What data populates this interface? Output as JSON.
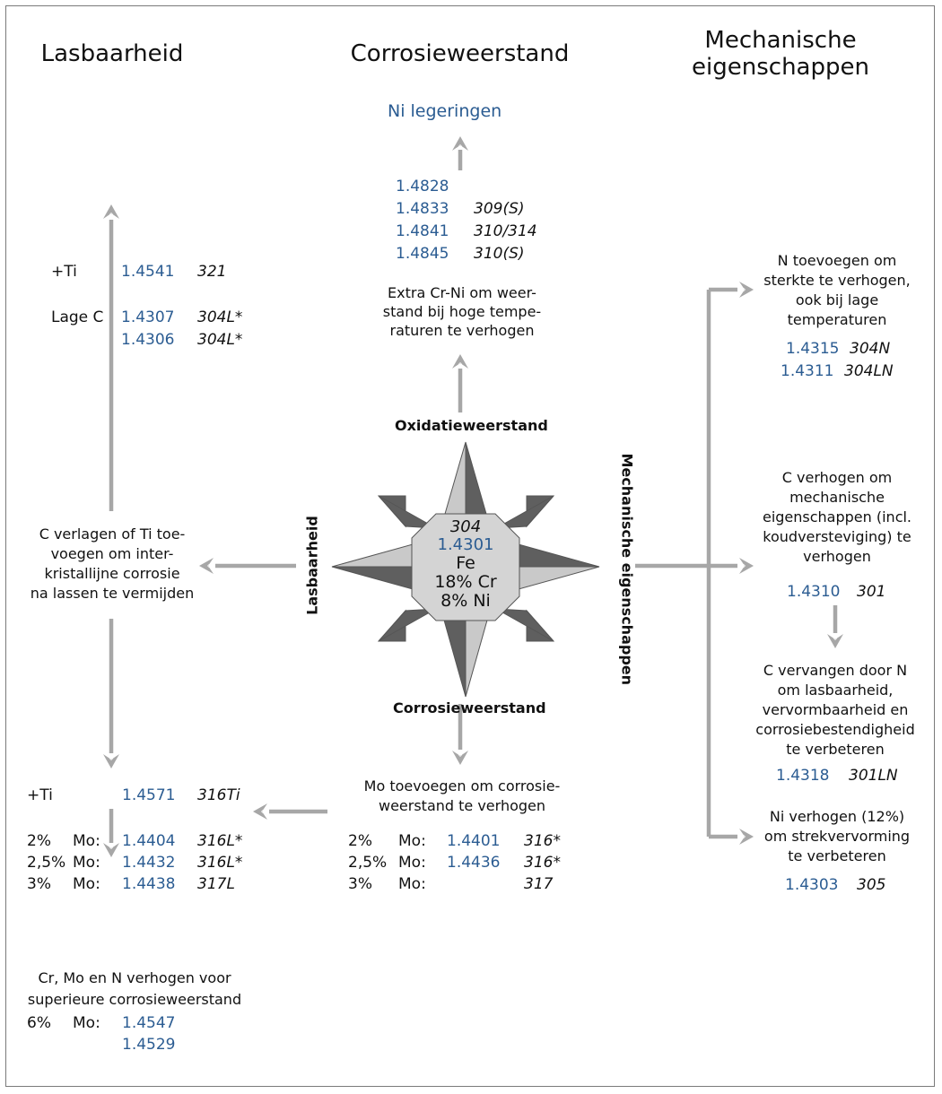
{
  "headings": {
    "weldability": "Lasbaarheid",
    "corrosion": "Corrosieweerstand",
    "mechanical_1": "Mechanische",
    "mechanical_2": "eigenschappen"
  },
  "compass": {
    "top": "Oxidatieweerstand",
    "bottom": "Corrosieweerstand",
    "left": "Lasbaarheid",
    "right": "Mechanische eigenschappen",
    "aisi": "304",
    "en": "1.4301",
    "l1": "Fe",
    "l2": "18% Cr",
    "l3": "8% Ni"
  },
  "oxidation": {
    "ni_alloys": "Ni legeringen",
    "grades": [
      {
        "en": "1.4828",
        "aisi": ""
      },
      {
        "en": "1.4833",
        "aisi": "309(S)"
      },
      {
        "en": "1.4841",
        "aisi": "310/314"
      },
      {
        "en": "1.4845",
        "aisi": "310(S)"
      }
    ],
    "desc": [
      "Extra Cr-Ni om weer-",
      "stand bij hoge tempe-",
      "raturen te verhogen"
    ]
  },
  "weld": {
    "ti_label": "+Ti",
    "ti_en": "1.4541",
    "ti_aisi": "321",
    "lowc_label": "Lage C",
    "lowc_en1": "1.4307",
    "lowc_aisi1": "304L*",
    "lowc_en2": "1.4306",
    "lowc_aisi2": "304L*",
    "desc": [
      "C verlagen of Ti toe-",
      "voegen om inter-",
      "kristallijne corrosie",
      "na lassen te vermijden"
    ],
    "ti2_label": "+Ti",
    "ti2_en": "1.4571",
    "ti2_aisi": "316Ti",
    "mo_rows": [
      {
        "pct": "2%",
        "mo": "Mo:",
        "en": "1.4404",
        "aisi": "316L*"
      },
      {
        "pct": "2,5%",
        "mo": "Mo:",
        "en": "1.4432",
        "aisi": "316L*"
      },
      {
        "pct": "3%",
        "mo": "Mo:",
        "en": "1.4438",
        "aisi": "317L"
      }
    ],
    "super_desc": [
      "Cr, Mo en N verhogen voor",
      "superieure corrosieweerstand"
    ],
    "super_pct": "6%",
    "super_mo": "Mo:",
    "super_en1": "1.4547",
    "super_en2": "1.4529"
  },
  "corrosion": {
    "desc": [
      "Mo toevoegen om corrosie-",
      "weerstand te verhogen"
    ],
    "rows": [
      {
        "pct": "2%",
        "mo": "Mo:",
        "en": "1.4401",
        "aisi": "316*"
      },
      {
        "pct": "2,5%",
        "mo": "Mo:",
        "en": "1.4436",
        "aisi": "316*"
      },
      {
        "pct": "3%",
        "mo": "Mo:",
        "en": "",
        "aisi": "317"
      }
    ]
  },
  "mech": {
    "n_desc": [
      "N toevoegen om",
      "sterkte te verhogen,",
      "ook bij lage",
      "temperaturen"
    ],
    "n_en1": "1.4315",
    "n_aisi1": "304N",
    "n_en2": "1.4311",
    "n_aisi2": "304LN",
    "c_desc": [
      "C verhogen om",
      "mechanische",
      "eigenschappen (incl.",
      "koudversteviging) te",
      "verhogen"
    ],
    "c_en": "1.4310",
    "c_aisi": "301",
    "cn_desc": [
      "C vervangen door N",
      "om lasbaarheid,",
      "vervormbaarheid en",
      "corrosiebestendigheid",
      "te verbeteren"
    ],
    "cn_en": "1.4318",
    "cn_aisi": "301LN",
    "ni_desc": [
      "Ni verhogen (12%)",
      "om strekvervorming",
      "te verbeteren"
    ],
    "ni_en": "1.4303",
    "ni_aisi": "305"
  },
  "colors": {
    "blue": "#2b5c92",
    "arrow": "#a7a7a7",
    "dark_point": "#5f5f5f",
    "light_point": "#c9c9c9",
    "center": "#d4d4d4"
  }
}
